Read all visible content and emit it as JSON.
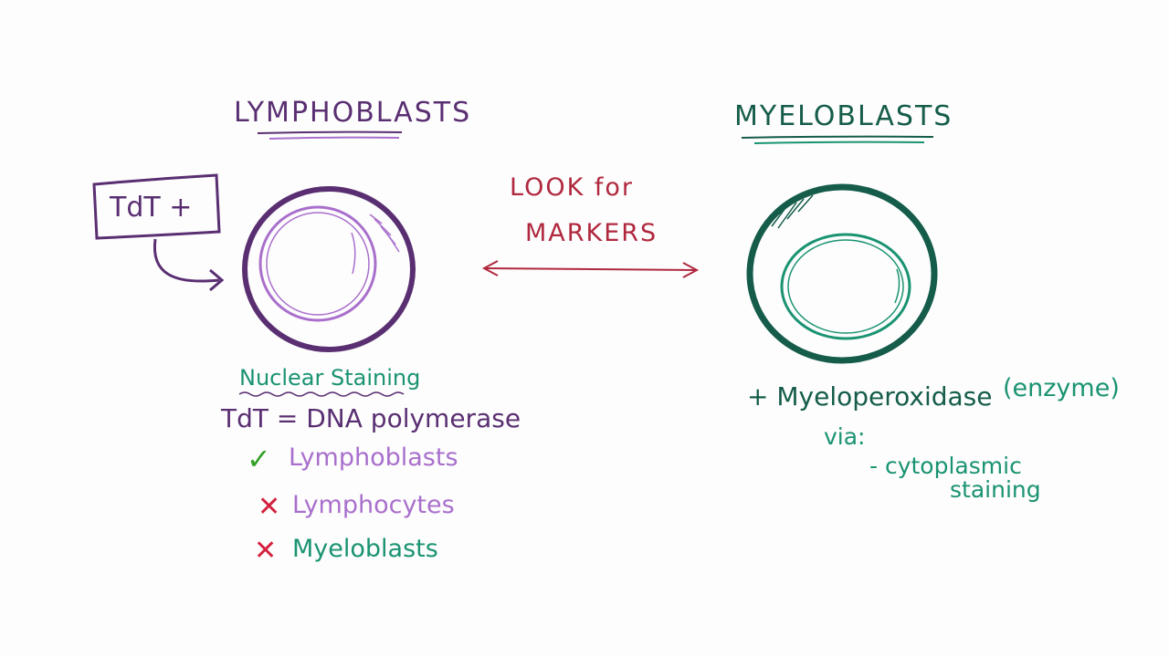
{
  "colors": {
    "lymph_dark": "#5a2f72",
    "lymph_light": "#a96fcc",
    "myelo_dark": "#155c4a",
    "myelo_light": "#1a9372",
    "arrow_red": "#b0283e",
    "cross_red": "#d4213d",
    "check_green": "#35a02a"
  },
  "lymphoblasts": {
    "title": "LYMPHOBLASTS",
    "marker_box": "TdT +",
    "staining_label": "Nuclear Staining",
    "tdt_definition": "TdT = DNA polymerase",
    "checklist": [
      {
        "mark": "✓",
        "label": "Lymphoblasts"
      },
      {
        "mark": "✕",
        "label": "Lymphocytes"
      },
      {
        "mark": "✕",
        "label": "Myeloblasts"
      }
    ]
  },
  "center": {
    "line1": "LOOK for",
    "line2": "MARKERS"
  },
  "myeloblasts": {
    "title": "MYELOBLASTS",
    "marker": "+ Myeloperoxidase",
    "marker_note": "(enzyme)",
    "via": "via:",
    "method_line1": "- cytoplasmic",
    "method_line2": "staining"
  }
}
